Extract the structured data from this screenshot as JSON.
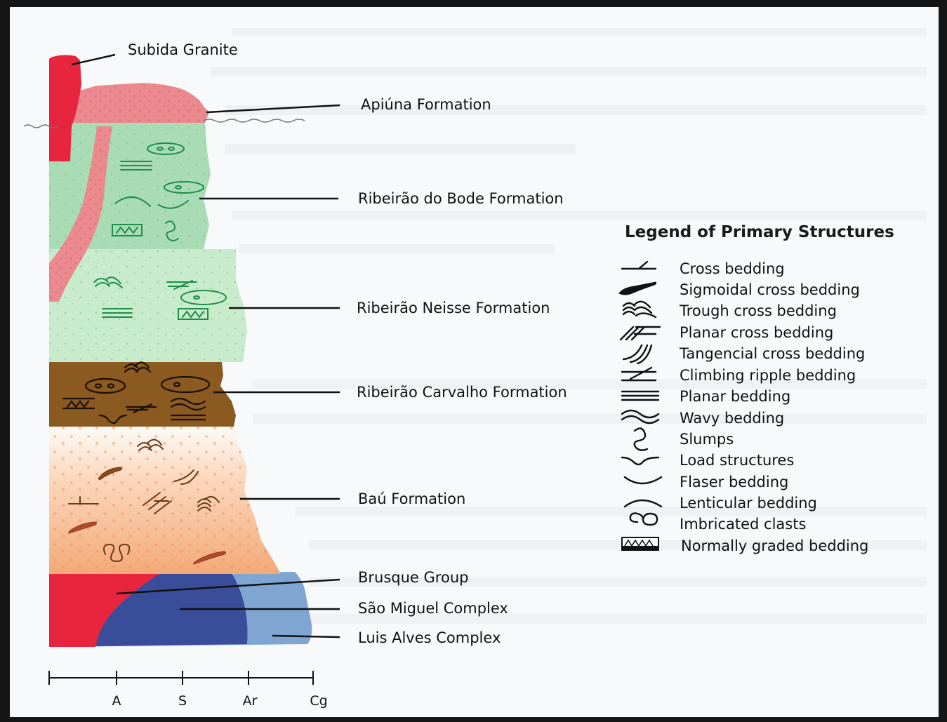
{
  "diagram": {
    "unit_labels": [
      {
        "key": "subida",
        "text": "Subida Granite",
        "color": "#e8253f"
      },
      {
        "key": "apiuna",
        "text": "Apiúna Formation",
        "color": "#ea8a8e"
      },
      {
        "key": "bode",
        "text": "Ribeirão do Bode Formation",
        "color": "#a8dcb3"
      },
      {
        "key": "neisse",
        "text": "Ribeirão Neisse Formation",
        "color": "#c5e8c9"
      },
      {
        "key": "carvalho",
        "text": "Ribeirão Carvalho Formation",
        "color": "#8a5a20"
      },
      {
        "key": "bau",
        "text": "Baú Formation",
        "color": "#f4b483"
      },
      {
        "key": "brusque",
        "text": "Brusque Group",
        "color": "#e8253f"
      },
      {
        "key": "saomiguel",
        "text": "São Miguel Complex",
        "color": "#3a4d9a"
      },
      {
        "key": "luisalves",
        "text": "Luis Alves Complex",
        "color": "#7fa6d3"
      }
    ],
    "grain_scale": [
      "A",
      "S",
      "Ar",
      "Cg"
    ]
  },
  "legend": {
    "title": "Legend of Primary Structures",
    "items": [
      {
        "icon": "cross-bedding-icon",
        "label": "Cross bedding"
      },
      {
        "icon": "sigmoidal-cross-bedding-icon",
        "label": "Sigmoidal cross bedding"
      },
      {
        "icon": "trough-cross-bedding-icon",
        "label": "Trough cross bedding"
      },
      {
        "icon": "planar-cross-bedding-icon",
        "label": "Planar cross bedding"
      },
      {
        "icon": "tangencial-cross-bedding-icon",
        "label": "Tangencial cross bedding"
      },
      {
        "icon": "climbing-ripple-bedding-icon",
        "label": "Climbing ripple bedding"
      },
      {
        "icon": "planar-bedding-icon",
        "label": "Planar bedding"
      },
      {
        "icon": "wavy-bedding-icon",
        "label": "Wavy bedding"
      },
      {
        "icon": "slumps-icon",
        "label": "Slumps"
      },
      {
        "icon": "load-structures-icon",
        "label": "Load structures"
      },
      {
        "icon": "flaser-bedding-icon",
        "label": "Flaser bedding"
      },
      {
        "icon": "lenticular-bedding-icon",
        "label": "Lenticular bedding"
      },
      {
        "icon": "imbricated-clasts-icon",
        "label": "Imbricated clasts"
      },
      {
        "icon": "normally-graded-bedding-icon",
        "label": "Normally graded bedding"
      }
    ]
  }
}
